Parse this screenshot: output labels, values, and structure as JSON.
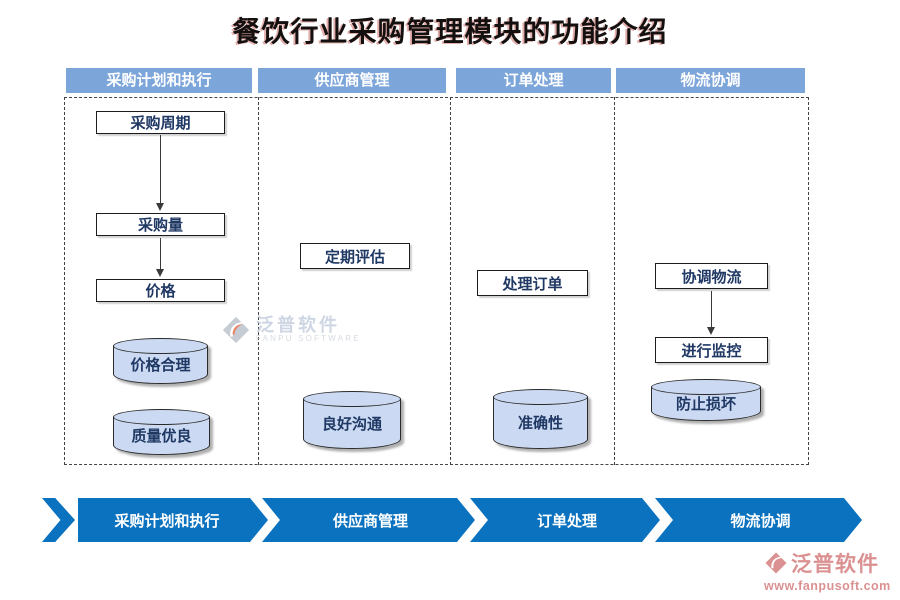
{
  "title": "餐饮行业采购管理模块的功能介绍",
  "columns": [
    {
      "header": "采购计划和执行",
      "boxes": [
        "采购周期",
        "采购量",
        "价格"
      ],
      "cylinders": [
        "价格合理",
        "质量优良"
      ]
    },
    {
      "header": "供应商管理",
      "boxes": [
        "定期评估"
      ],
      "cylinders": [
        "良好沟通"
      ]
    },
    {
      "header": "订单处理",
      "boxes": [
        "处理订单"
      ],
      "cylinders": [
        "准确性"
      ]
    },
    {
      "header": "物流协调",
      "boxes": [
        "协调物流",
        "进行监控"
      ],
      "cylinders": [
        "防止损坏"
      ]
    }
  ],
  "process_banner": {
    "steps": [
      "采购计划和执行",
      "供应商管理",
      "订单处理",
      "物流协调"
    ]
  },
  "watermark": {
    "icon": "fanpu-diamond-swoosh-icon",
    "brand": "泛普软件",
    "subtitle": "FANPU SOFTWARE"
  },
  "footer_logo": {
    "icon": "fanpu-diamond-swoosh-icon",
    "brand": "泛普软件",
    "url": "www.fanpusoft.com"
  },
  "colors": {
    "header_bg": "#7CA5DA",
    "banner_bg": "#0B72BF",
    "cylinder_fill": "#CBDAF2",
    "node_text": "#1F3864",
    "brand": "#DB9191"
  }
}
